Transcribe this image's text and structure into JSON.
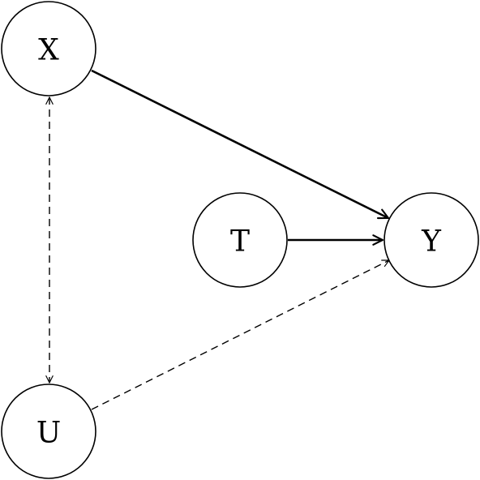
{
  "nodes": {
    "x": {
      "label": "X"
    },
    "t": {
      "label": "T"
    },
    "y": {
      "label": "Y"
    },
    "u": {
      "label": "U"
    }
  },
  "edges": [
    {
      "from": "X",
      "to": "Y",
      "style": "solid",
      "direction": "directed"
    },
    {
      "from": "T",
      "to": "Y",
      "style": "solid",
      "direction": "directed"
    },
    {
      "from": "U",
      "to": "Y",
      "style": "dashed",
      "direction": "directed"
    },
    {
      "from": "X",
      "to": "U",
      "style": "dashed",
      "direction": "bidirected"
    }
  ]
}
